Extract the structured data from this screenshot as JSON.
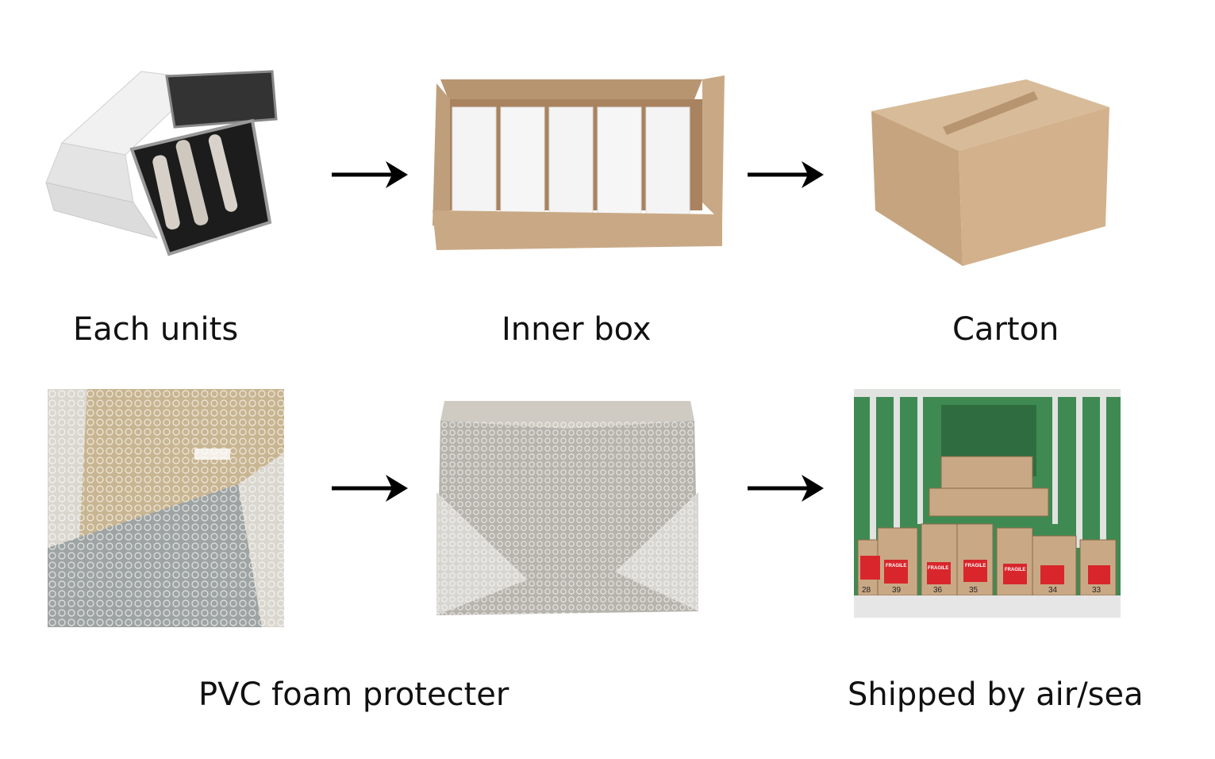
{
  "steps": [
    {
      "id": "each-units",
      "label": "Each units"
    },
    {
      "id": "inner-box",
      "label": "Inner box"
    },
    {
      "id": "carton",
      "label": "Carton"
    },
    {
      "id": "bubble-wrap",
      "label": ""
    },
    {
      "id": "wrapped-carton",
      "label": ""
    },
    {
      "id": "truck",
      "label": ""
    }
  ],
  "captions": {
    "bottom_left": "PVC foam protecter",
    "bottom_right": "Shipped by air/sea"
  },
  "truck_labels": {
    "fragile": "FRAGILE",
    "box_numbers": [
      "28",
      "39",
      "36",
      "35",
      "34",
      "33"
    ]
  },
  "colors": {
    "cardboard": "#c9a985",
    "cardboard_dark": "#a9835f",
    "inner_white": "#f4f4f4",
    "tin_dark": "#2a2a2a",
    "truck_green": "#3f8a52",
    "fragile_red": "#d8262c",
    "arrow": "#000000"
  }
}
